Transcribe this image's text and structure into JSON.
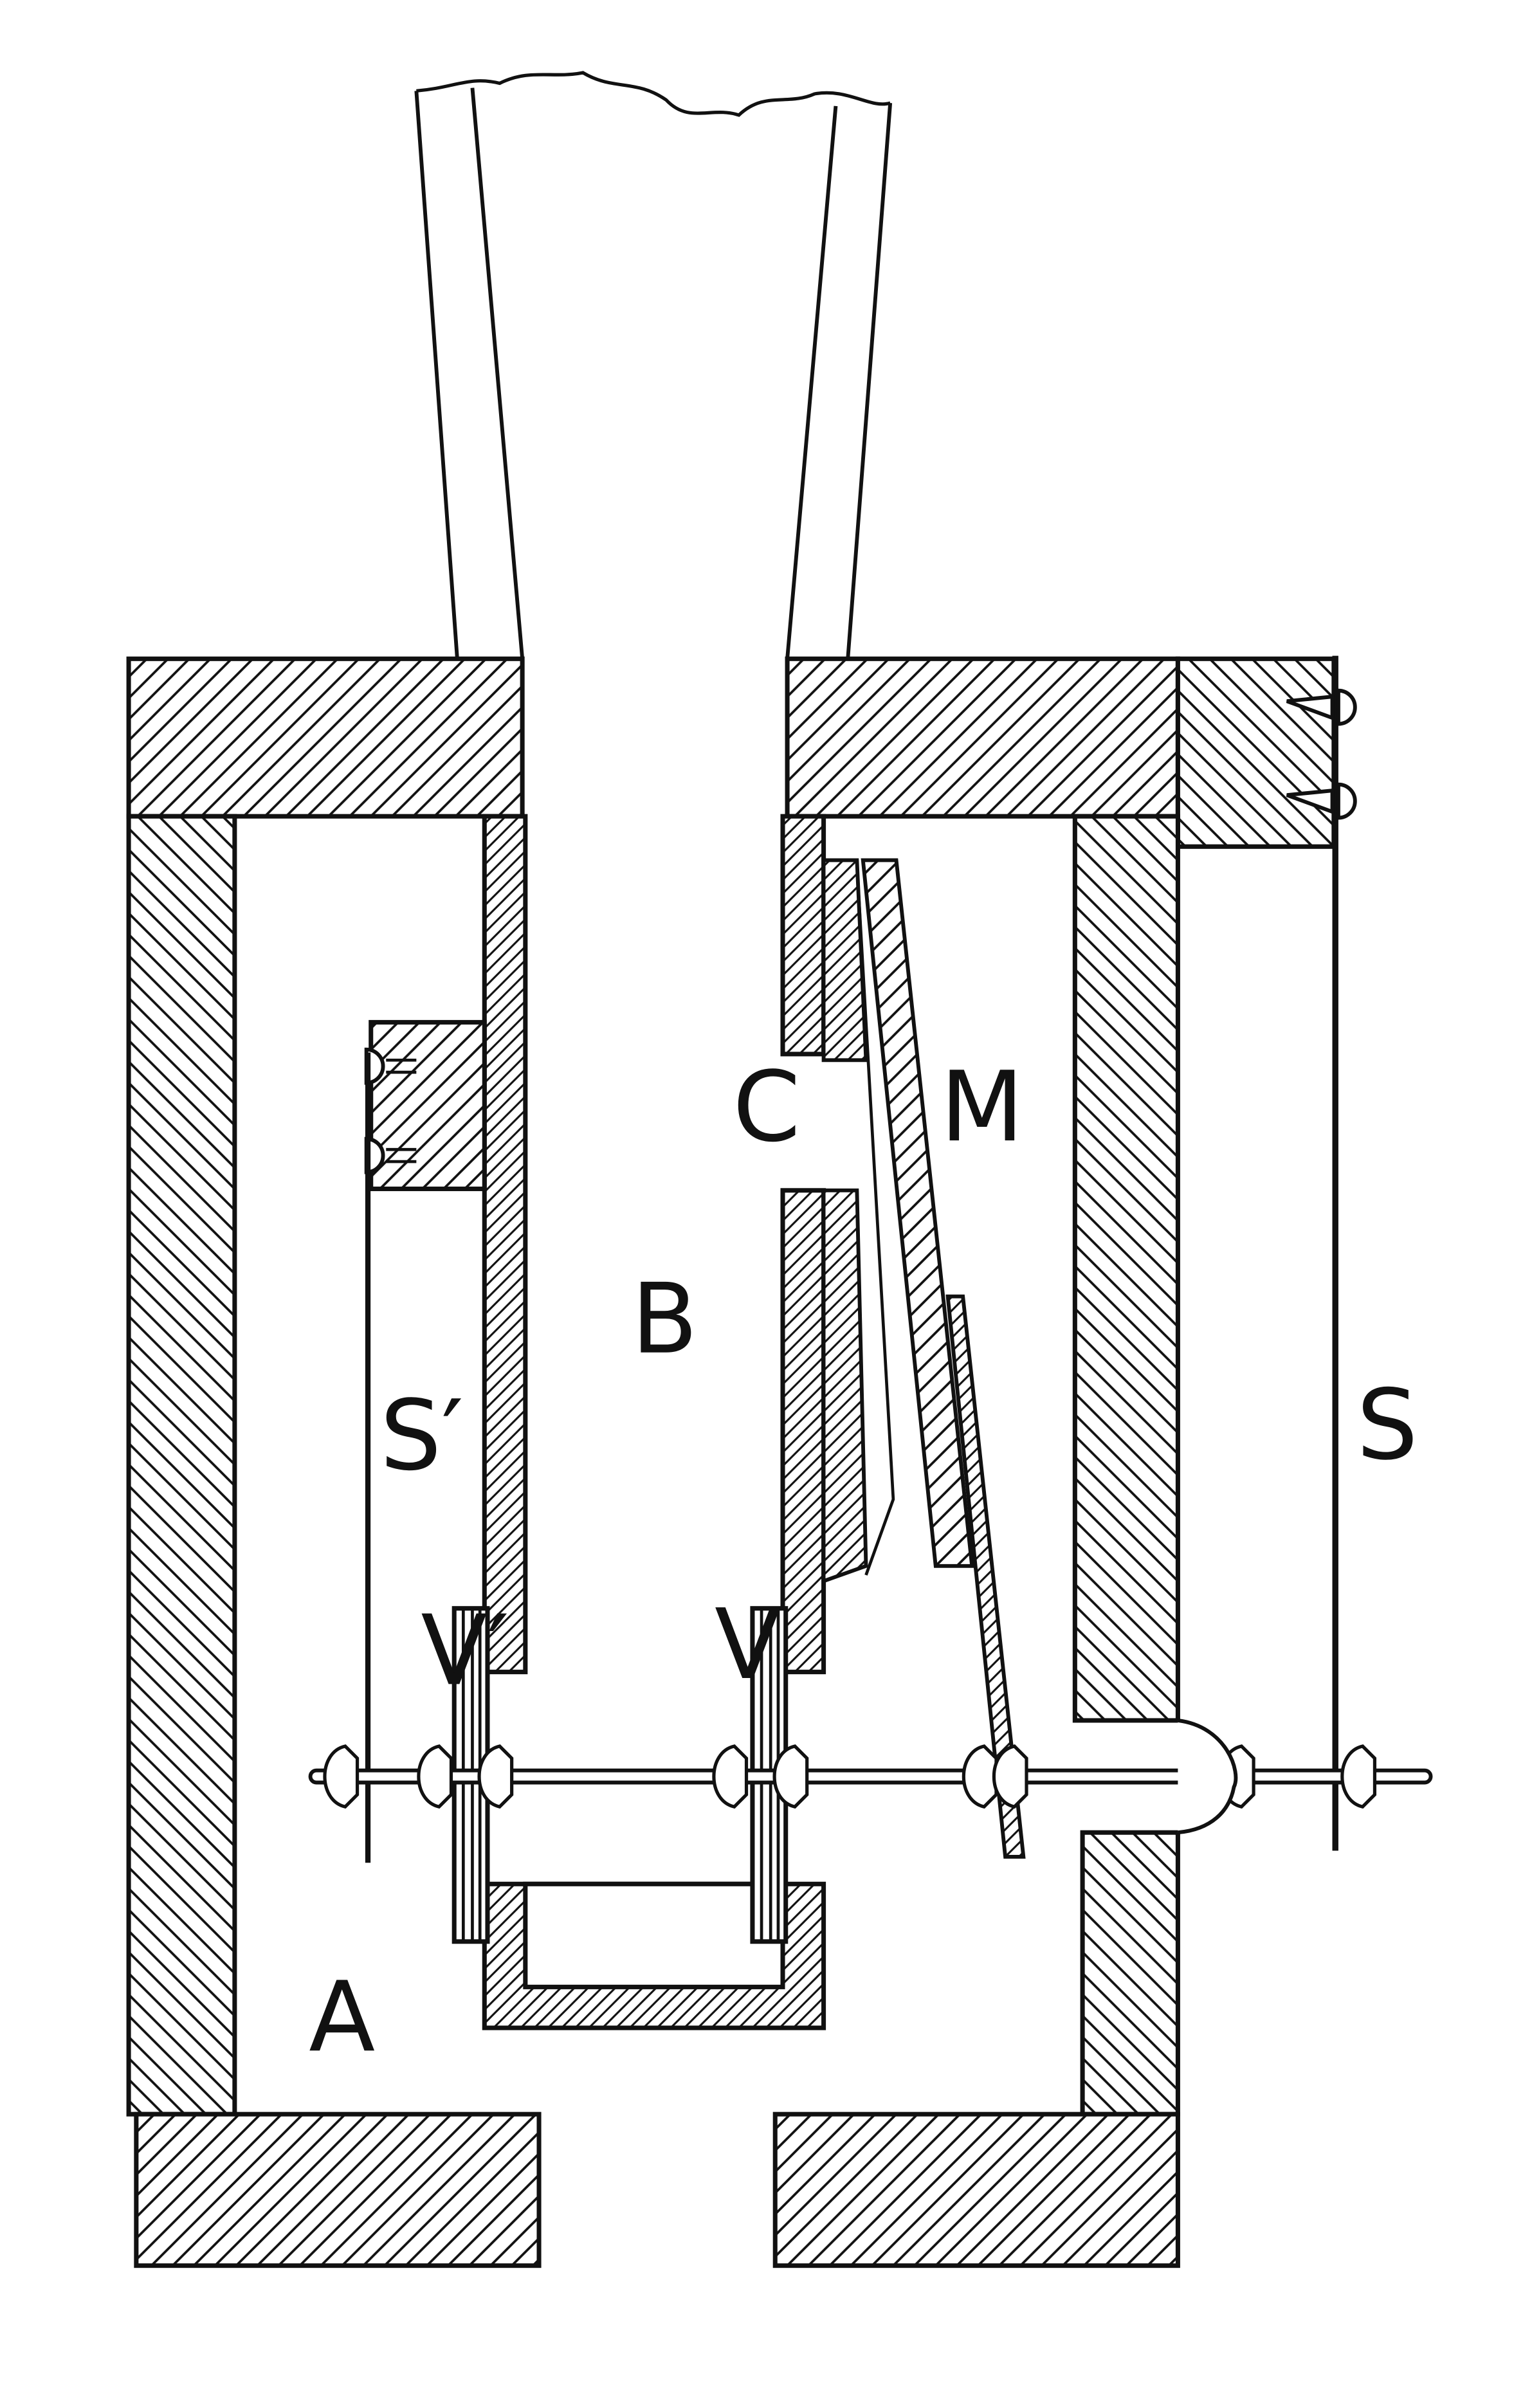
{
  "diagram": {
    "labels": {
      "A": "A",
      "B": "B",
      "C": "C",
      "M": "M",
      "S": "S",
      "S_prime": "S′",
      "V": "V",
      "V_prime": "V′"
    },
    "colors": {
      "ink": "#111111",
      "paper": "#ffffff"
    }
  }
}
